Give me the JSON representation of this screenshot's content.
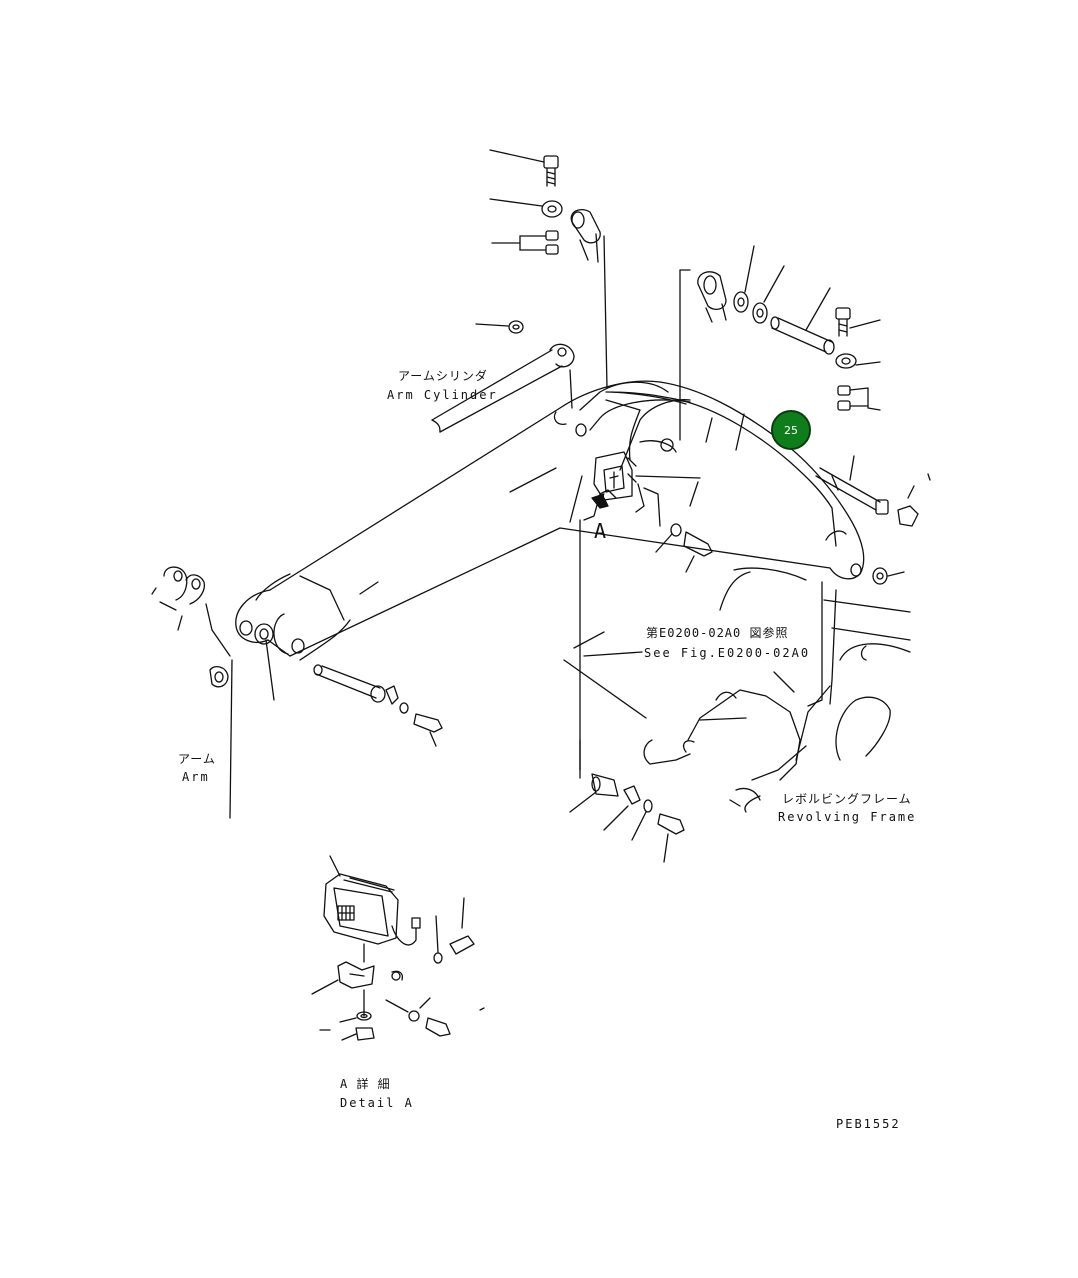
{
  "labels": {
    "arm_cylinder_jp": "アームシリンダ",
    "arm_cylinder_en": "Arm Cylinder",
    "arm_jp": "アーム",
    "arm_en": "Arm",
    "see_fig_jp": "第E0200-02A0 図参照",
    "see_fig_en": "See Fig.E0200-02A0",
    "revolving_frame_jp": "レボルビングフレーム",
    "revolving_frame_en": "Revolving Frame",
    "detail_jp": "A 詳 細",
    "detail_en": "Detail A",
    "view_marker": "A",
    "figure_code": "PEB1552"
  },
  "callouts": [
    {
      "number": "25",
      "color": "#0f7d1c"
    }
  ]
}
